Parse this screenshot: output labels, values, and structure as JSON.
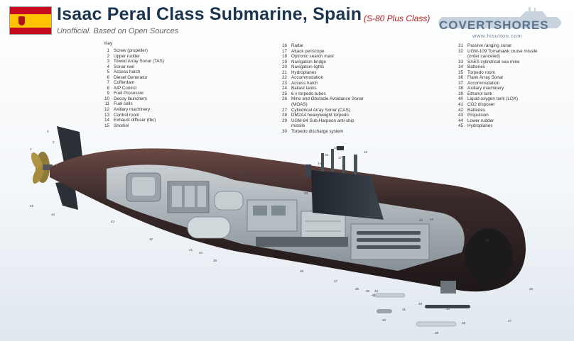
{
  "header": {
    "title": "Isaac Peral Class Submarine, Spain",
    "title_sub": "(S-80 Plus Class)",
    "subtitle": "Unofficial. Based on Open Sources"
  },
  "logo": {
    "text": "COVERTSHORES",
    "url": "www.hisutton.com"
  },
  "colors": {
    "title": "#1b3550",
    "accent": "#b21e1e",
    "hull": "#3a2a2a",
    "sail": "#2a2f36"
  },
  "key": {
    "title": "Key",
    "columns": [
      [
        {
          "n": "1",
          "label": "Screw (propeller)"
        },
        {
          "n": "2",
          "label": "Upper rudder"
        },
        {
          "n": "3",
          "label": "Towed Array Sonar (TAS)"
        },
        {
          "n": "4",
          "label": "Sonar reel"
        },
        {
          "n": "5",
          "label": "Access hatch"
        },
        {
          "n": "6",
          "label": "Diesel Generator"
        },
        {
          "n": "7",
          "label": "Cofferdam"
        },
        {
          "n": "8",
          "label": "AIP Control"
        },
        {
          "n": "9",
          "label": "Fuel Processor"
        },
        {
          "n": "10",
          "label": "Decoy launchers"
        },
        {
          "n": "11",
          "label": "Fuel cells"
        },
        {
          "n": "12",
          "label": "Axillary machinery"
        },
        {
          "n": "13",
          "label": "Control room"
        },
        {
          "n": "14",
          "label": "Exhaust diffuser (tbc)"
        },
        {
          "n": "15",
          "label": "Snorkel"
        }
      ],
      [
        {
          "n": "16",
          "label": "Radar"
        },
        {
          "n": "17",
          "label": "Attack periscope"
        },
        {
          "n": "18",
          "label": "Optronic search mast"
        },
        {
          "n": "19",
          "label": "Navigation bridge"
        },
        {
          "n": "20",
          "label": "Navigation lights"
        },
        {
          "n": "21",
          "label": "Hydroplanes"
        },
        {
          "n": "22",
          "label": "Accommodation"
        },
        {
          "n": "23",
          "label": "Access hatch"
        },
        {
          "n": "24",
          "label": "Ballast tanks"
        },
        {
          "n": "25",
          "label": "6 x torpedo tubes"
        },
        {
          "n": "26",
          "label": "Mine and Obstacle Avoidance Sonar (MOAS)"
        },
        {
          "n": "27",
          "label": "Cylindrical Array Sonar (CAS)"
        },
        {
          "n": "28",
          "label": "DM2A4 heavyweight torpedo"
        },
        {
          "n": "29",
          "label": "UGM-84 Sub-Harpoon anti-ship missile"
        },
        {
          "n": "30",
          "label": "Torpedo discharge system"
        }
      ],
      [
        {
          "n": "31",
          "label": "Passive ranging sonar"
        },
        {
          "n": "32",
          "label": "UGM-109 Tomahawk cruise missile (order canceled)"
        },
        {
          "n": "33",
          "label": "SAES cylindrical sea mine"
        },
        {
          "n": "34",
          "label": "Batteries"
        },
        {
          "n": "35",
          "label": "Torpedo room"
        },
        {
          "n": "36",
          "label": "Flank Array Sonar"
        },
        {
          "n": "37",
          "label": "Accommodation"
        },
        {
          "n": "38",
          "label": "Axillary machinery"
        },
        {
          "n": "39",
          "label": "Ethanol tank"
        },
        {
          "n": "40",
          "label": "Liquid oxygen tank (LOX)"
        },
        {
          "n": "41",
          "label": "CO2 disposer"
        },
        {
          "n": "42",
          "label": "Batteries"
        },
        {
          "n": "43",
          "label": "Propulsion"
        },
        {
          "n": "44",
          "label": "Lower rudder"
        },
        {
          "n": "45",
          "label": "Hydroplanes"
        }
      ]
    ]
  },
  "callouts": [
    "1",
    "2",
    "3",
    "4",
    "5",
    "6",
    "7",
    "8",
    "9",
    "10",
    "11",
    "12",
    "13",
    "14",
    "15",
    "16",
    "17",
    "18",
    "19",
    "20",
    "21",
    "22",
    "23",
    "24",
    "25",
    "26",
    "27",
    "28",
    "29",
    "30",
    "31",
    "32",
    "33",
    "34",
    "35",
    "36",
    "37",
    "38",
    "39",
    "40",
    "41",
    "42",
    "43",
    "44",
    "45"
  ]
}
